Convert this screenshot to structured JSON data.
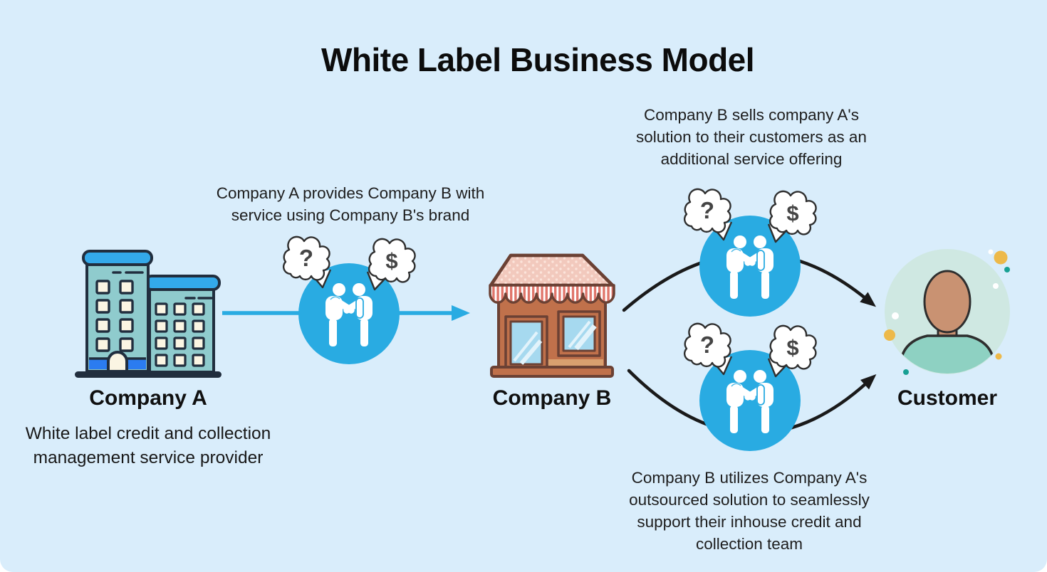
{
  "title": "White Label Business Model",
  "colors": {
    "background": "#d9edfb",
    "accent_blue": "#29abe2",
    "arrow_black": "#1a1a1a",
    "heading_text": "#0c0c0c",
    "body_text": "#1d1d1d",
    "building_teal": "#8fcbcd",
    "building_cap_blue": "#33a9ea",
    "building_base_blue": "#2b7cf0",
    "store_roof_pink": "#f2c9bd",
    "store_wall_brown": "#c0714b",
    "awning_red": "#e0756a",
    "glass_blue": "#a6d9ef",
    "customer_circle_mint": "#cfe8e2",
    "skin_tan": "#c99272",
    "shirt_teal": "#8ed1c2",
    "dot_gold": "#edb94a",
    "dot_teal": "#18a094"
  },
  "icons": {
    "company_a": "office-building-icon",
    "company_b": "storefront-icon",
    "customer": "person-avatar-icon",
    "deal": "handshake-icon",
    "bubble_left": "thought-bubble-question",
    "bubble_right": "thought-bubble-dollar"
  },
  "bubbles": {
    "question": "?",
    "dollar": "$"
  },
  "nodes": {
    "company_a": {
      "label": "Company A",
      "description": [
        "White label credit and collection",
        "management service provider"
      ]
    },
    "company_b": {
      "label": "Company B"
    },
    "customer": {
      "label": "Customer"
    }
  },
  "connections": {
    "a_to_b": {
      "caption": [
        "Company A provides Company B with",
        "service using Company B's brand"
      ]
    },
    "b_to_customer_top": {
      "caption": [
        "Company B sells company A's",
        "solution to their customers as an",
        "additional service offering"
      ]
    },
    "b_to_customer_bottom": {
      "caption": [
        "Company B utilizes Company A's",
        "outsourced solution to seamlessly",
        "support their inhouse credit and",
        "collection team"
      ]
    }
  }
}
